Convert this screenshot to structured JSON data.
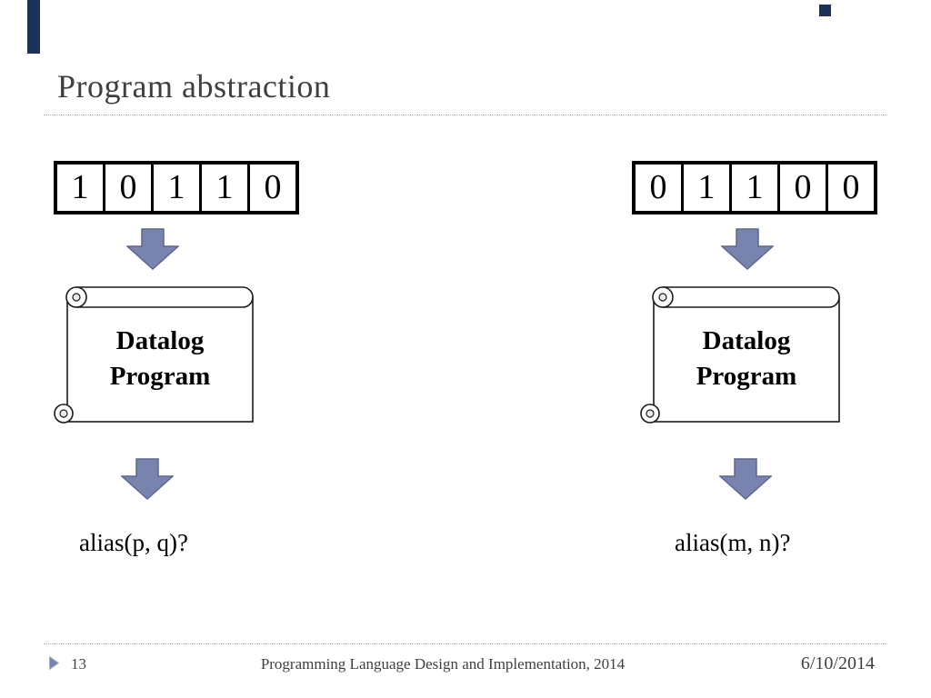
{
  "slide": {
    "title": "Program abstraction",
    "diagrams": {
      "left": {
        "bits": [
          "1",
          "0",
          "1",
          "1",
          "0"
        ],
        "program": {
          "line1": "Datalog",
          "line2": "Program"
        },
        "query": "alias(p, q)?"
      },
      "right": {
        "bits": [
          "0",
          "1",
          "1",
          "0",
          "0"
        ],
        "program": {
          "line1": "Datalog",
          "line2": "Program"
        },
        "query": "alias(m, n)?"
      }
    },
    "footer": {
      "slide_number": "13",
      "title": "Programming Language Design and Implementation, 2014",
      "date": "6/10/2014"
    },
    "colors": {
      "accent_bar": "#1b3358",
      "arrow_fill": "#7884ae",
      "arrow_stroke": "#5c688f",
      "title_text": "#3f3f3f"
    }
  }
}
